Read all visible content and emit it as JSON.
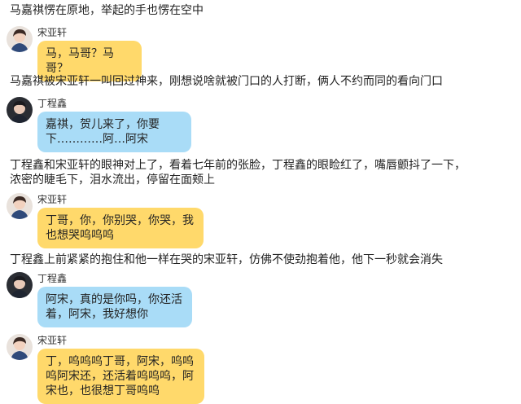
{
  "story": [
    {
      "kind": "narration",
      "text": "马嘉祺愣在原地，举起的手也愣在空中"
    },
    {
      "kind": "chat",
      "speaker": "宋亚轩",
      "color": "yellow",
      "text": "马，马哥？马哥？"
    },
    {
      "kind": "narration",
      "text": "马嘉祺被宋亚轩一叫回过神来，刚想说啥就被门口的人打断，俩人不约而同的看向门口"
    },
    {
      "kind": "chat",
      "speaker": "丁程鑫",
      "color": "blue",
      "text": "嘉祺，贺儿来了，你要\n下…………阿…阿宋"
    },
    {
      "kind": "narration",
      "text": "丁程鑫和宋亚轩的眼神对上了，看着七年前的张脸，丁程鑫的眼睑红了，嘴唇颤抖了一下，\n浓密的睫毛下，泪水流出，停留在面颊上"
    },
    {
      "kind": "chat",
      "speaker": "宋亚轩",
      "color": "yellow",
      "text": "丁哥，你，你别哭，你哭，我\n也想哭呜呜呜"
    },
    {
      "kind": "narration",
      "text": "丁程鑫上前紧紧的抱住和他一样在哭的宋亚轩，仿佛不使劲抱着他，他下一秒就会消失"
    },
    {
      "kind": "chat",
      "speaker": "丁程鑫",
      "color": "blue",
      "text": "阿宋，真的是你吗，你还活\n着，阿宋，我好想你"
    },
    {
      "kind": "chat",
      "speaker": "宋亚轩",
      "color": "yellow",
      "text": "丁，呜呜呜丁哥，阿宋，呜呜\n呜阿宋还，还活着呜呜呜，阿\n宋也，也很想丁哥呜呜"
    }
  ],
  "colors": {
    "yellow": "#ffd96b",
    "blue": "#a9dcf7"
  },
  "avatars": {
    "宋亚轩": "avatar-song-icon",
    "丁程鑫": "avatar-ding-icon"
  }
}
